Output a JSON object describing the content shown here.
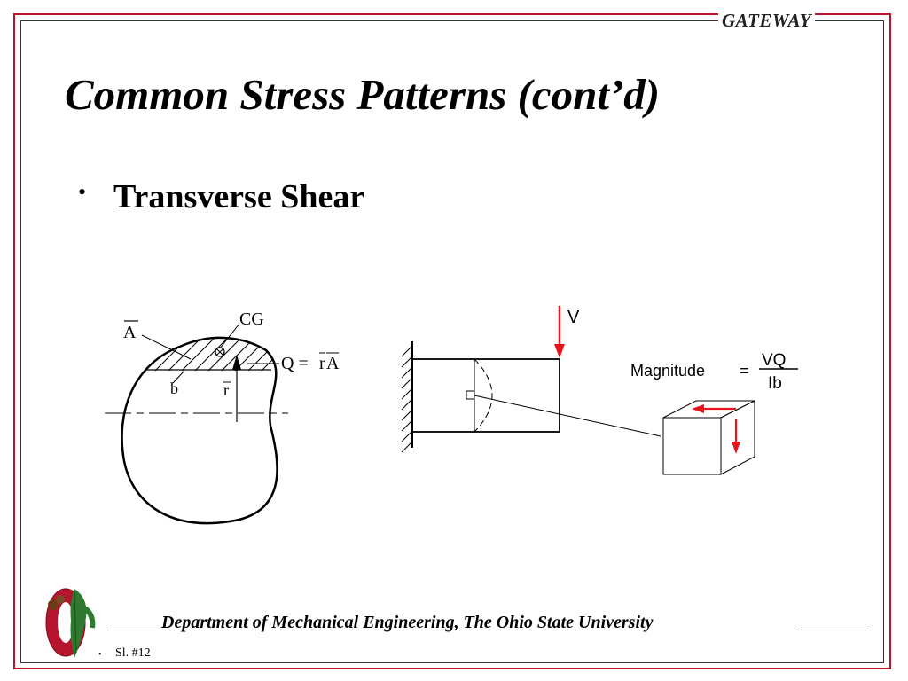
{
  "header": {
    "brand": "GATEWAY"
  },
  "slide": {
    "title": "Common Stress Patterns (cont’d)",
    "bullets": [
      {
        "marker": "•",
        "text": "Transverse Shear"
      }
    ]
  },
  "figure": {
    "section": {
      "area_label": "A",
      "cg_label": "CG",
      "width_label": "b",
      "distance_label": "r",
      "q_prefix": "Q = ",
      "q_r": "r",
      "q_a": "A"
    },
    "beam": {
      "load_label": "V"
    },
    "element": {
      "magnitude_label": "Magnitude",
      "equals": "=",
      "numerator": "VQ",
      "denominator": "Ib"
    },
    "colors": {
      "arrow": "#e8141c",
      "frame": "#b7142d"
    }
  },
  "footer": {
    "department": "Department of Mechanical Engineering, The Ohio State University",
    "slide_number": "Sl. #12",
    "logo_letter": "O",
    "logo_icon": "buckeye-leaf-icon"
  }
}
